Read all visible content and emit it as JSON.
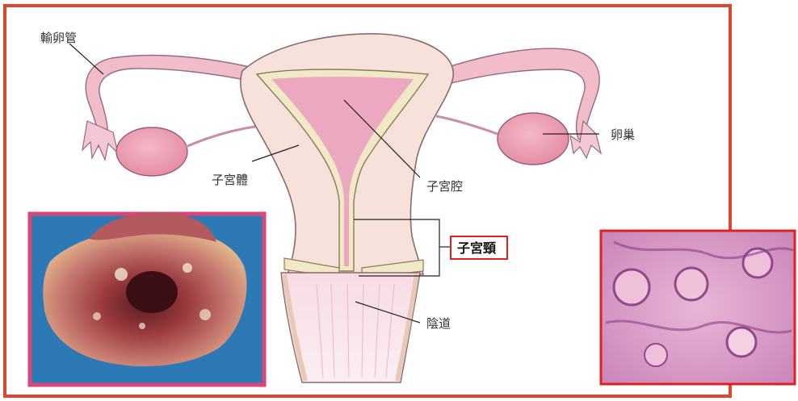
{
  "labels": {
    "oviduct": "輸卵管",
    "ovary": "卵巢",
    "uterine_body": "子宮體",
    "uterine_cavity": "子宮腔",
    "cervix": "子宮頸",
    "vagina": "陰道"
  },
  "colors": {
    "frame": "#e0452f",
    "highlight_box": "#e02020",
    "tissue": "#f3c4cf",
    "tissue_dark": "#e5a3b6",
    "muscle": "#f6e2db",
    "lining": "#f1e9c6",
    "photo_bg": "#2c79b6",
    "histology": "#d79ac7"
  }
}
